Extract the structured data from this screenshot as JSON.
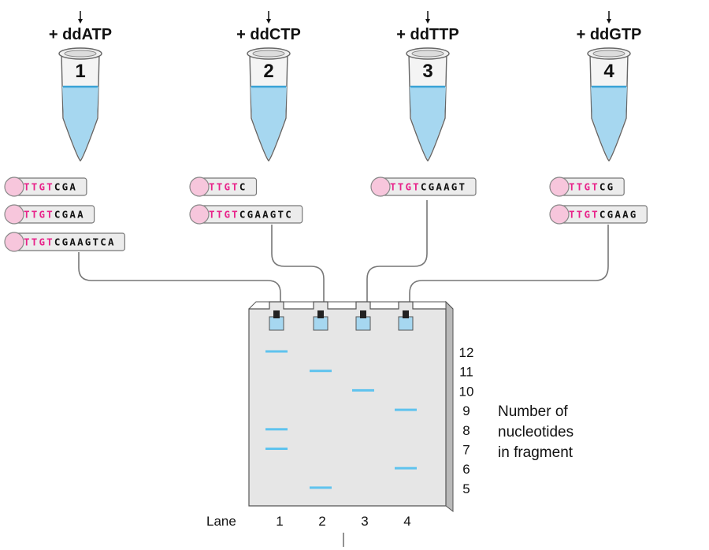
{
  "colors": {
    "primer": "#e8238a",
    "liquid": "#a6d7f0",
    "band": "#5fc3ee",
    "gel": "#e6e6e6",
    "fragment_cap": "#f7c6dc"
  },
  "tubes": [
    {
      "reagent": "+ ddATP",
      "number": "1"
    },
    {
      "reagent": "+ ddCTP",
      "number": "2"
    },
    {
      "reagent": "+ ddTTP",
      "number": "3"
    },
    {
      "reagent": "+ ddGTP",
      "number": "4"
    }
  ],
  "fragments": [
    [
      {
        "primer": "TTGT",
        "ext": "CGA"
      },
      {
        "primer": "TTGT",
        "ext": "CGAA"
      },
      {
        "primer": "TTGT",
        "ext": "CGAAGTCA"
      }
    ],
    [
      {
        "primer": "TTGT",
        "ext": "C"
      },
      {
        "primer": "TTGT",
        "ext": "CGAAGTC"
      }
    ],
    [
      {
        "primer": "TTGT",
        "ext": "CGAAGT"
      }
    ],
    [
      {
        "primer": "TTGT",
        "ext": "CG"
      },
      {
        "primer": "TTGT",
        "ext": "CGAAG"
      }
    ]
  ],
  "gel": {
    "size_labels": [
      "12",
      "11",
      "10",
      "9",
      "8",
      "7",
      "6",
      "5"
    ],
    "lane_label": "Lane",
    "lanes": [
      "1",
      "2",
      "3",
      "4"
    ],
    "bands": [
      {
        "lane": 1,
        "size": 12
      },
      {
        "lane": 1,
        "size": 8
      },
      {
        "lane": 1,
        "size": 7
      },
      {
        "lane": 2,
        "size": 11
      },
      {
        "lane": 2,
        "size": 5
      },
      {
        "lane": 3,
        "size": 10
      },
      {
        "lane": 4,
        "size": 9
      },
      {
        "lane": 4,
        "size": 6
      }
    ]
  },
  "legend": [
    "Number of",
    "nucleotides",
    "in fragment"
  ]
}
